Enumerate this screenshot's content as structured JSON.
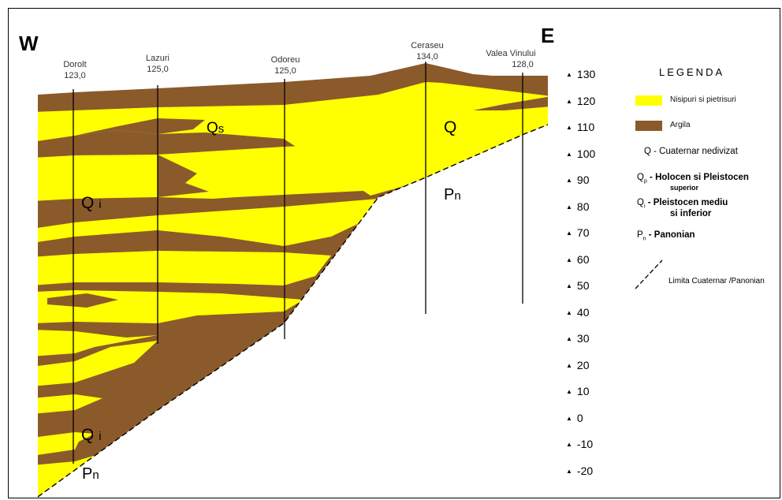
{
  "directions": {
    "west": "W",
    "east": "E"
  },
  "wells": [
    {
      "name": "Dorolt",
      "elevation": "123,0"
    },
    {
      "name": "Lazuri",
      "elevation": "125,0"
    },
    {
      "name": "Odoreu",
      "elevation": "125,0"
    },
    {
      "name": "Ceraseu",
      "elevation": "134,0"
    },
    {
      "name": "Valea Vinului",
      "elevation": "128,0"
    }
  ],
  "units": {
    "qs": {
      "main": "Q",
      "sub": "s"
    },
    "qi_upper": {
      "main": "Q",
      "sub": "i"
    },
    "qi_lower": {
      "main": "Q",
      "sub": "i"
    },
    "q_east": "Q",
    "pn_east": {
      "main": "P",
      "sub": "n"
    },
    "pn_west": {
      "main": "P",
      "sub": "n"
    }
  },
  "scale_ticks": [
    "130",
    "120",
    "110",
    "100",
    "90",
    "80",
    "70",
    "60",
    "50",
    "40",
    "30",
    "20",
    "10",
    "0",
    "-10",
    "-20"
  ],
  "legend": {
    "title": "LEGENDA",
    "sand_label": "Nisipuri si pietrisuri",
    "clay_label": "Argila",
    "q_label": "Q - Cuaternar nedivizat",
    "qp_main": "Q",
    "qp_sub": "p",
    "qp_label": " - Holocen si Pleistocen",
    "qp_label2": "superior",
    "qi_main": "Q",
    "qi_sub": "i",
    "qi_label": " - Pleistocen mediu",
    "qi_label2": "si inferior",
    "pn_main": "P",
    "pn_sub": "n",
    "pn_label": " - Panonian",
    "limit_a": "Limita",
    "limit_b": " Cuaternar /Panonian"
  },
  "colors": {
    "sand": "#FFFF00",
    "clay": "#8B5A2B",
    "line": "#000000"
  }
}
